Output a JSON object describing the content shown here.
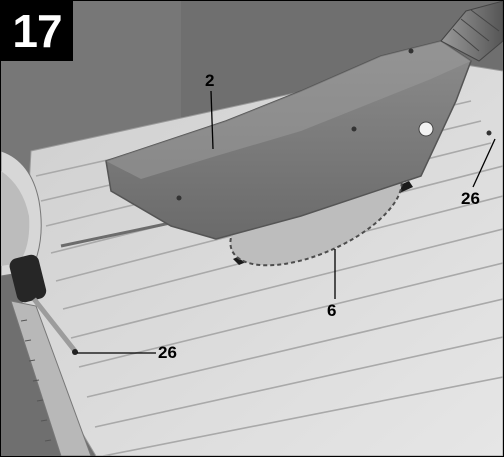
{
  "figure": {
    "number": "17"
  },
  "callouts": [
    {
      "id": "guard",
      "label": "2"
    },
    {
      "id": "table-top",
      "label": "6"
    },
    {
      "id": "screw-right",
      "label": "26"
    },
    {
      "id": "screw-left",
      "label": "26"
    }
  ],
  "colors": {
    "table": "#d9d9d9",
    "guard": "#8a8a8a",
    "background": "#6f6f6f"
  }
}
